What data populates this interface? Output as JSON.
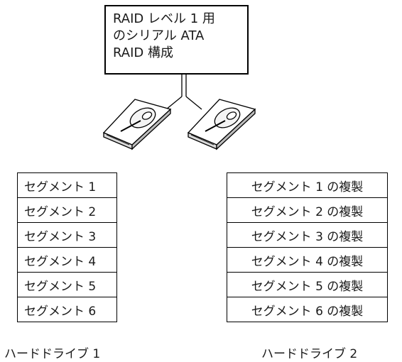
{
  "title_lines": [
    "RAID レベル 1 用",
    "のシリアル ATA",
    "RAID 構成"
  ],
  "drive1": {
    "label": "ハードドライブ 1",
    "segments": [
      "セグメント 1",
      "セグメント 2",
      "セグメント 3",
      "セグメント 4",
      "セグメント 5",
      "セグメント 6"
    ]
  },
  "drive2": {
    "label": "ハードドライブ 2",
    "segments": [
      "セグメント 1 の複製",
      "セグメント 2 の複製",
      "セグメント 3 の複製",
      "セグメント 4 の複製",
      "セグメント 5 の複製",
      "セグメント 6 の複製"
    ]
  }
}
